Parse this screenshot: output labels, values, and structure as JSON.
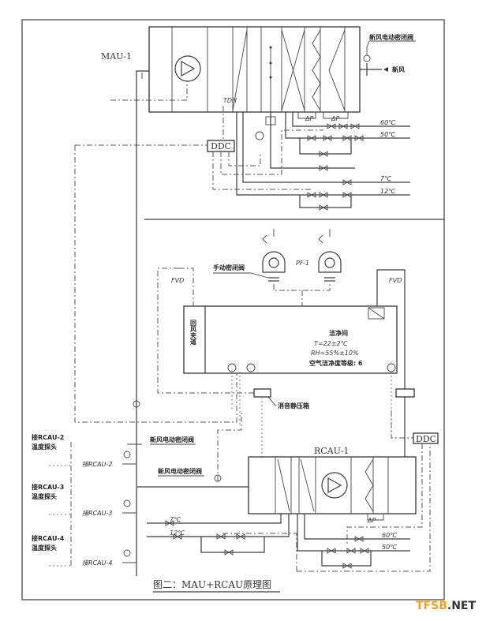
{
  "diagram": {
    "caption": "图二：MAU+RCAU原理图",
    "mau": {
      "name": "MAU-1",
      "fresh_air_damper": "新风电动密闭阀",
      "fresh_air": "新风",
      "sensor": "TDH",
      "controller": "DDC",
      "dp": "ΔP",
      "hot_supply": "60℃",
      "hot_return": "50℃",
      "chw_supply": "7℃",
      "chw_return": "12℃"
    },
    "room": {
      "exhaust_fan": "PF-1",
      "manual_damper": "手动密闭阀",
      "fvd_left": "FVD",
      "fvd_right": "FVD",
      "name": "洁净间",
      "temp": "T=22±2℃",
      "rh": "RH=55%±10%",
      "cleanliness": "空气洁净度等级: 6",
      "return_corridor": "回风夹道",
      "plenum": "消音静压箱"
    },
    "rcau": {
      "name": "RCAU-1",
      "controller": "DDC",
      "dp": "ΔP",
      "damper_1": "新风电动密闭阀",
      "damper_2": "新风电动密闭阀",
      "chw_supply": "7℃",
      "chw_return": "12℃",
      "hot_supply": "60℃",
      "hot_return": "50℃"
    },
    "branches": [
      {
        "sensor_line1": "接RCAU-2",
        "sensor_line2": "温度探头",
        "duct": "接RCAU-2"
      },
      {
        "sensor_line1": "接RCAU-3",
        "sensor_line2": "温度探头",
        "duct": "接RCAU-3"
      },
      {
        "sensor_line1": "接RCAU-4",
        "sensor_line2": "温度探头",
        "duct": "接RCAU-4"
      }
    ],
    "watermark": {
      "part1": "TFSB",
      "part2": ".NET"
    }
  }
}
